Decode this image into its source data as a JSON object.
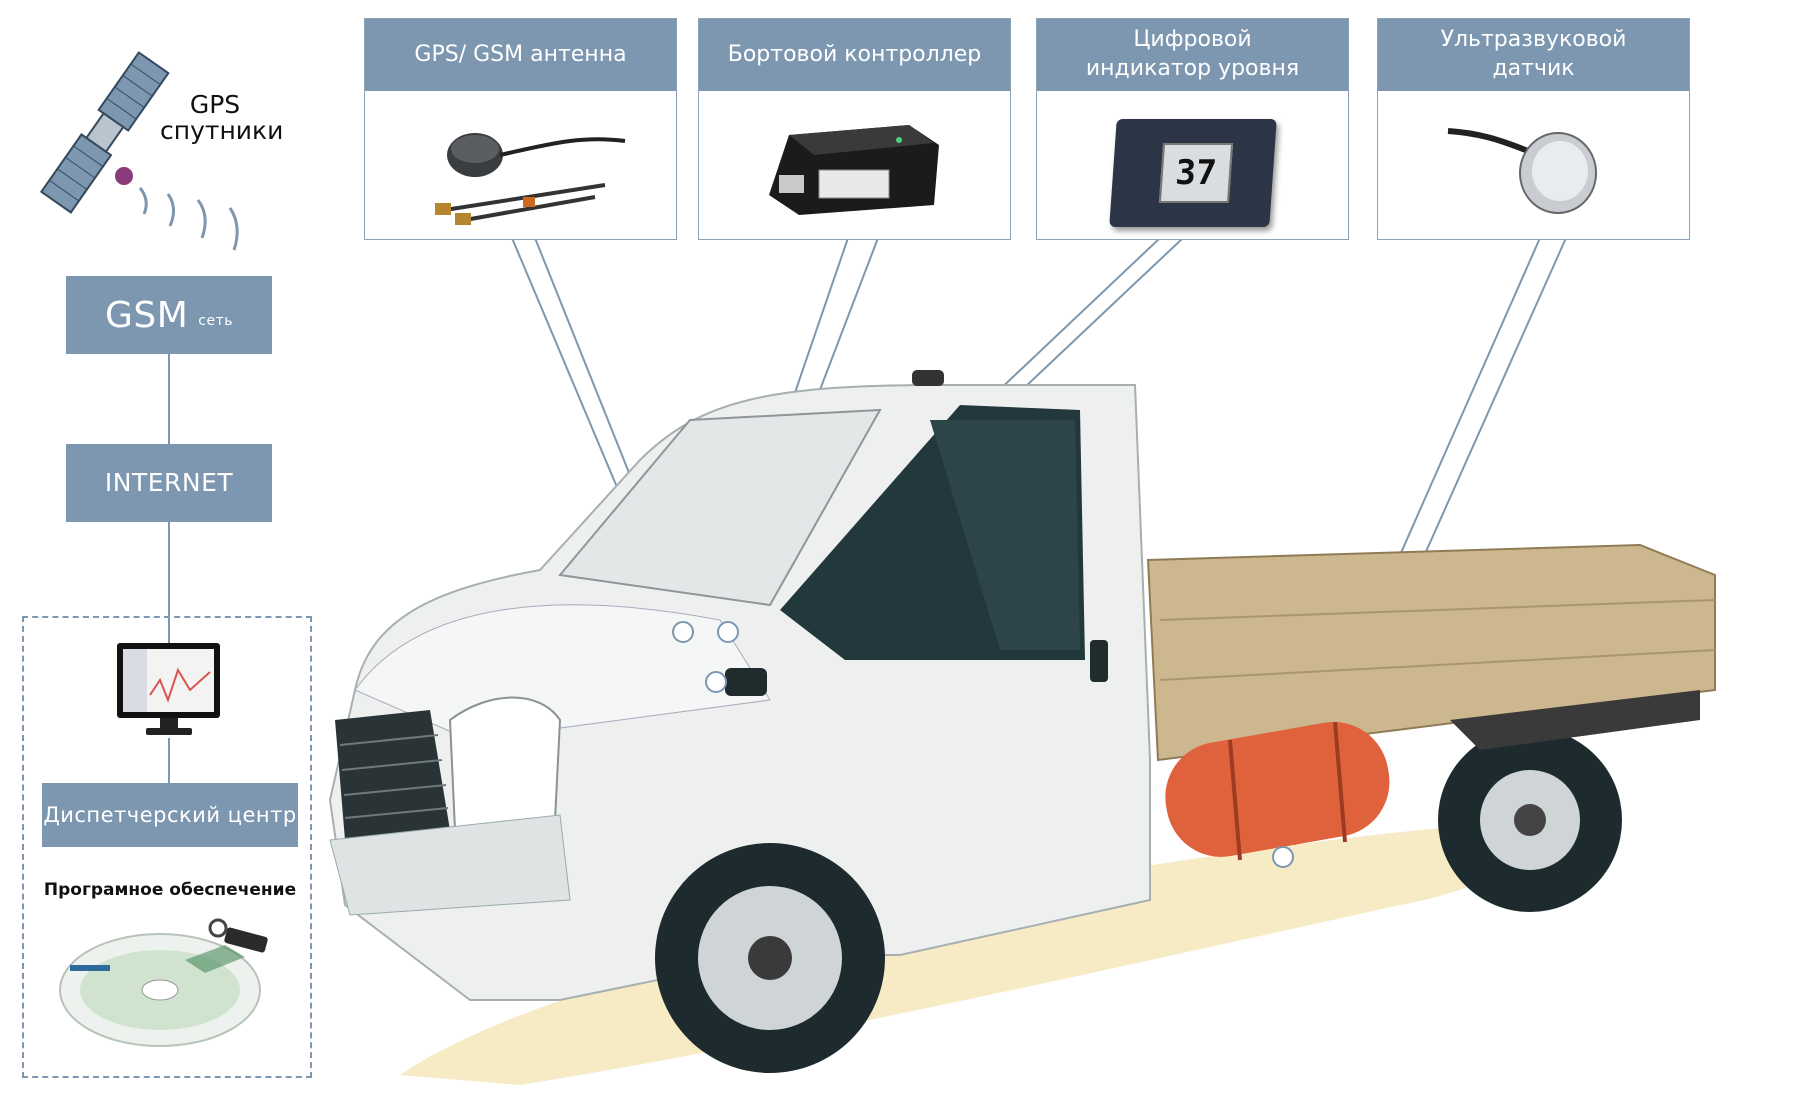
{
  "satellite": {
    "label_line1": "GPS",
    "label_line2": "спутники"
  },
  "network": {
    "gsm_main": "GSM",
    "gsm_sub": "сеть",
    "internet": "INTERNET",
    "dispatch": "Диспетчерский центр"
  },
  "software": {
    "label": "Програмное обеспечение"
  },
  "components": [
    {
      "title": "GPS/ GSM антенна",
      "icon": "gps-antenna"
    },
    {
      "title": "Бортовой контроллер",
      "icon": "onboard-controller"
    },
    {
      "title_line1": "Цифровой",
      "title_line2": "индикатор уровня",
      "icon": "level-indicator",
      "display_value": "37"
    },
    {
      "title_line1": "Ультразвуковой",
      "title_line2": "датчик",
      "icon": "ultrasonic-sensor"
    }
  ],
  "colors": {
    "label_fill": "#7d97b0",
    "card_border": "#8aa3b9",
    "truck_body": "#eef0f0",
    "truck_glass": "#23383c",
    "cargo_bed": "#cdb78f",
    "gas_tank": "#e0623d",
    "ground_shadow": "#f6ebc5"
  }
}
